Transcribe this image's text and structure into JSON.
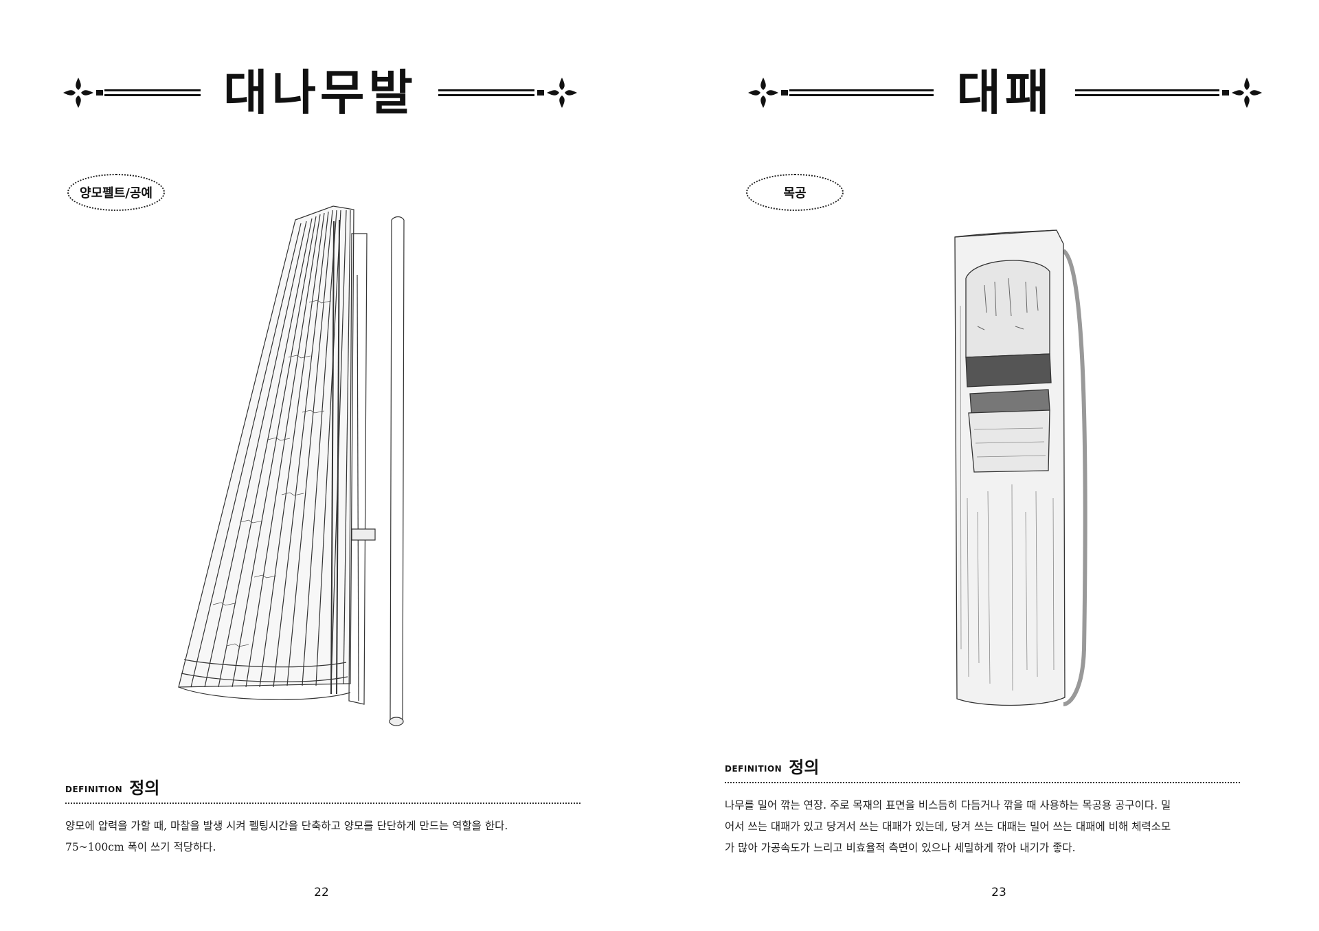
{
  "left_page": {
    "title": "대나무발",
    "tag": "양모펠트/공예",
    "definition_label": "DEFINITION",
    "definition_title": "정의",
    "body_line1": "양모에 압력을 가할 때, 마찰을 발생 시켜 펠팅시간을 단축하고 양모를 단단하게 만드는 역할을 한다.",
    "body_line2": "75~100cm 폭이 쓰기 적당하다.",
    "page_number": "22"
  },
  "right_page": {
    "title": "대패",
    "tag": "목공",
    "definition_label": "DEFINITION",
    "definition_title": "정의",
    "body_line1": "나무를 밀어 깎는 연장. 주로 목재의 표면을 비스듬히 다듬거나 깎을 때 사용하는 목공용 공구이다. 밀",
    "body_line2": "어서 쓰는 대패가 있고 당겨서 쓰는 대패가 있는데, 당겨 쓰는 대패는 밀어 쓰는 대패에 비해 체력소모",
    "body_line3": "가 많아 가공속도가 느리고 비효율적 측면이 있으나 세밀하게 깎아 내기가 좋다.",
    "page_number": "23"
  },
  "colors": {
    "ink": "#111111",
    "paper": "#ffffff"
  },
  "icons": [
    "four-petal-ornament-icon",
    "bamboo-mat-illustration",
    "wood-plane-illustration"
  ]
}
